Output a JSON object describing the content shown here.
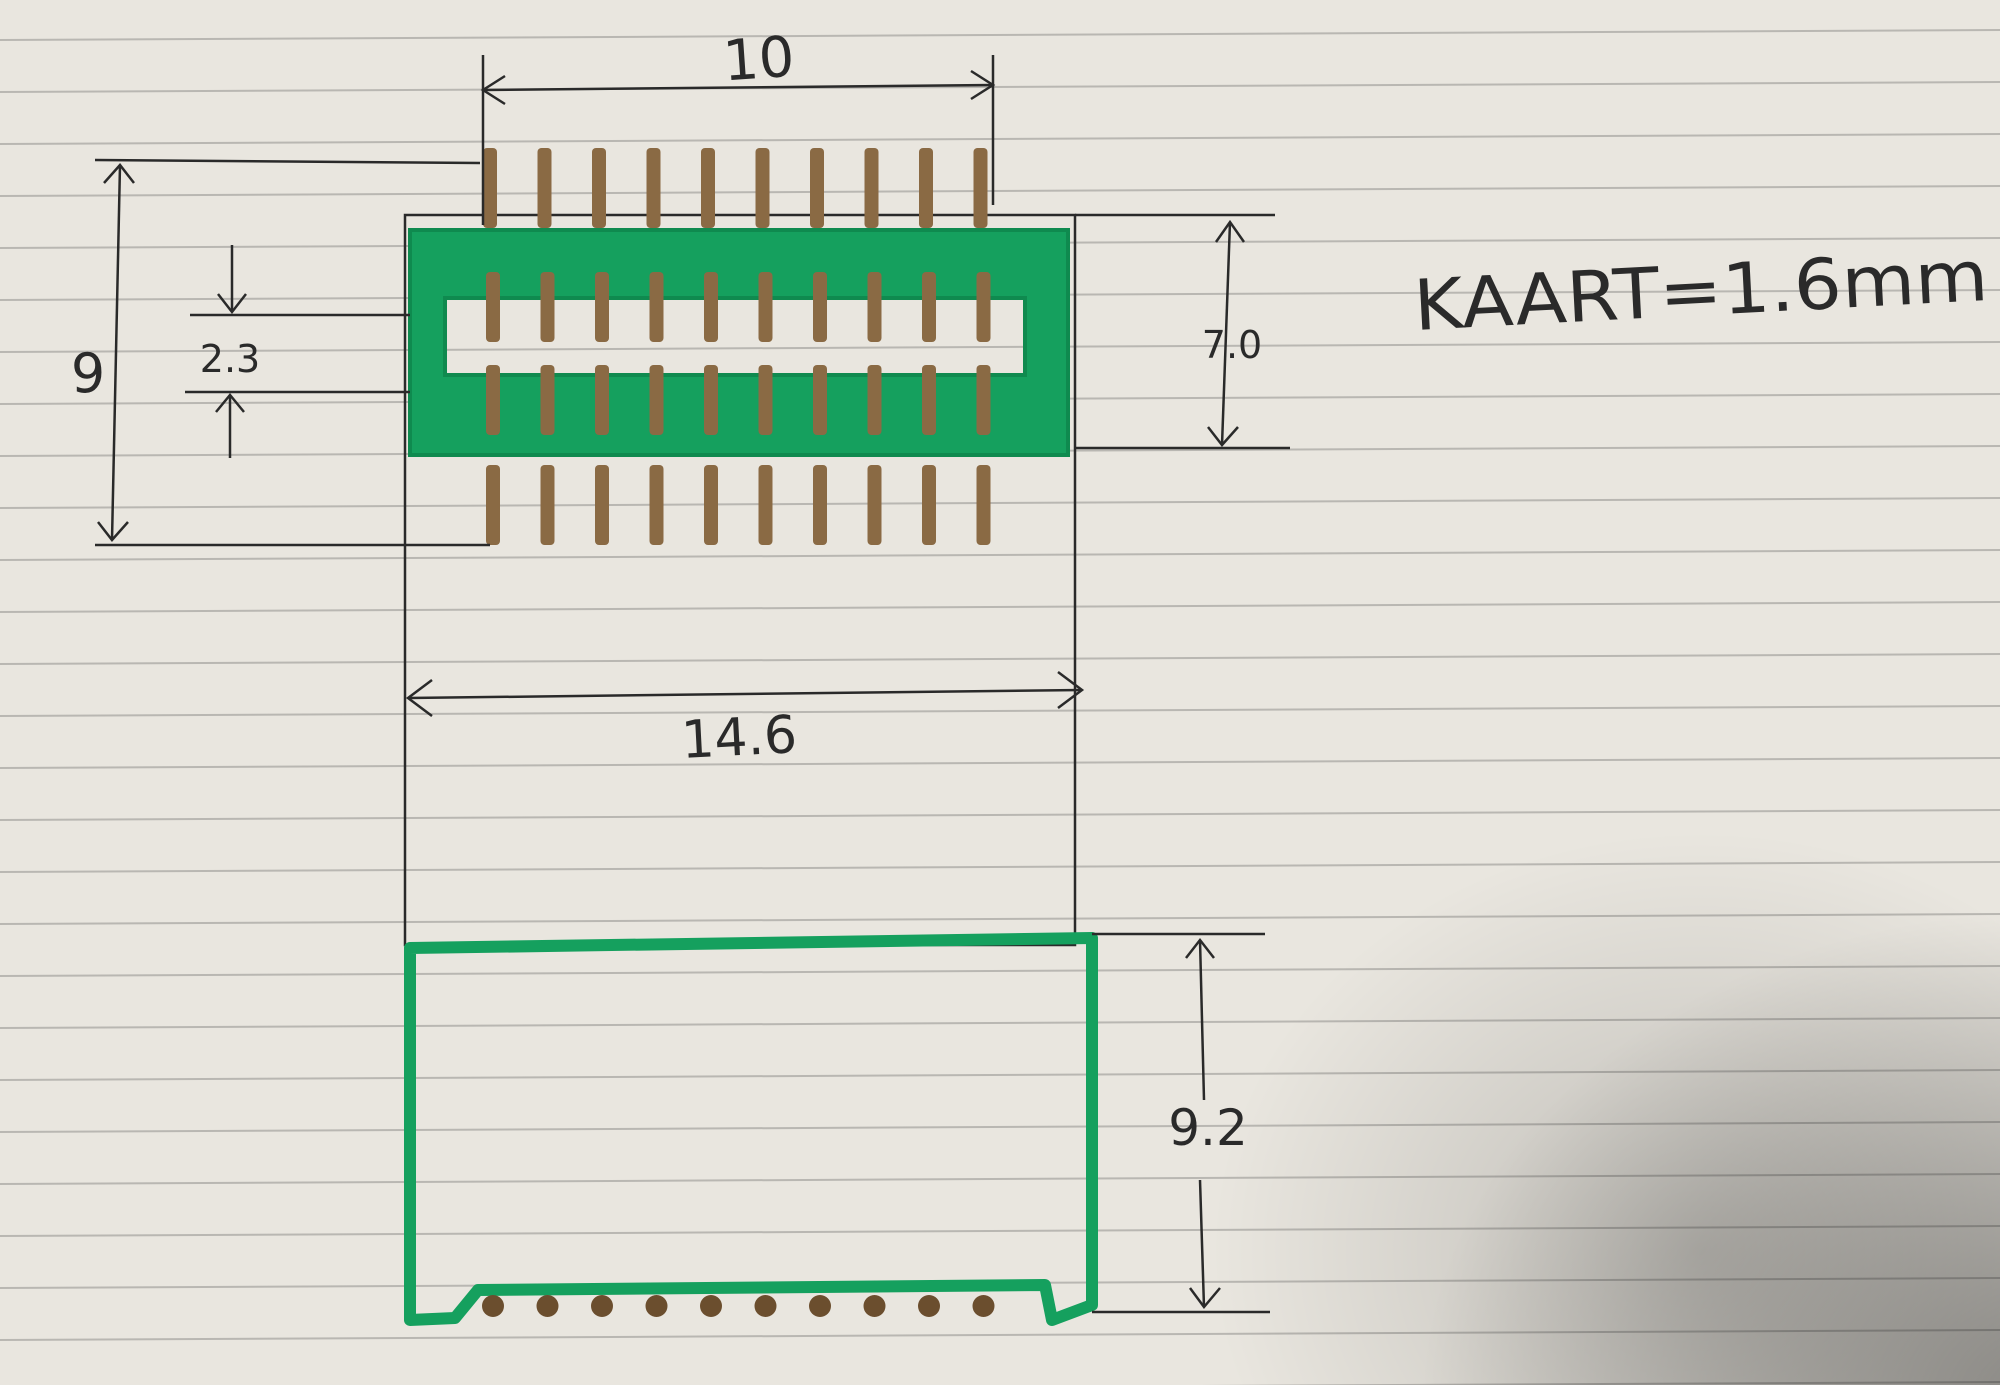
{
  "drawing": {
    "dim_pin_span": "10",
    "dim_total_height": "9",
    "dim_slot_gap": "2.3",
    "dim_body_height": "7.0",
    "dim_width": "14.6",
    "dim_side_height": "9.2",
    "note": "KAART=1.6mm"
  },
  "colors": {
    "paper": "#e9e6df",
    "rule_line": "#b9b7b2",
    "ink": "#2a2a2a",
    "board_green": "#15a05e",
    "pin_brown": "#8a6a44"
  }
}
